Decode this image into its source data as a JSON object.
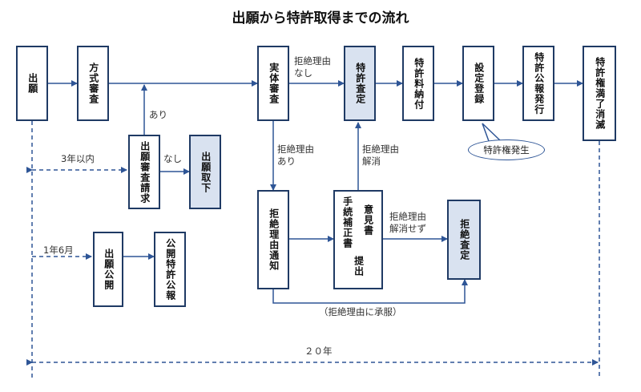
{
  "title": "出願から特許取得までの流れ",
  "boxes": {
    "application": "出願",
    "formality": "方式審査",
    "exam_request": "出願審査請求",
    "withdrawn": "出願取下",
    "substantive": "実体審査",
    "grant_decision": "特許査定",
    "fee_payment": "特許料納付",
    "registration": "設定登録",
    "gazette": "特許公報発行",
    "expiry": "特許権満了消滅",
    "publication": "出願公開",
    "pub_gazette": "公開特許公報",
    "refusal_notice": "拒絶理由通知",
    "amendment": "手続補正書",
    "opinion": "意見書",
    "submit": "提出",
    "refusal_decision": "拒絶査定"
  },
  "labels": {
    "no_reason_1": "拒絶理由",
    "no_reason_2": "なし",
    "ari": "あり",
    "nashi": "なし",
    "three_years": "3年以内",
    "reason_exists_1": "拒絶理由",
    "reason_exists_2": "あり",
    "resolved_1": "拒絶理由",
    "resolved_2": "解消",
    "unresolved_1": "拒絶理由",
    "unresolved_2": "解消せず",
    "eighteen_months": "1年6月",
    "appeal_note": "（拒絶理由に承服）",
    "twenty_years": "２０年",
    "patent_right": "特許権発生"
  },
  "colors": {
    "box_border": "#1f3a64",
    "highlight_fill": "#d9e2f0",
    "arrow": "#2e5596"
  }
}
